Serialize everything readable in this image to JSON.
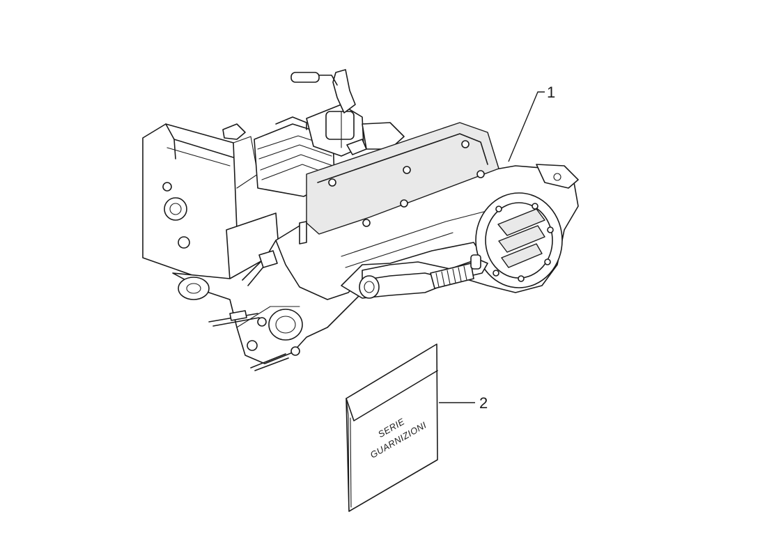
{
  "callouts": [
    {
      "number": "1",
      "part": "engine-assembly"
    },
    {
      "number": "2",
      "part": "gasket-kit-envelope"
    }
  ],
  "envelope": {
    "line1": "SERIE",
    "line2": "GUARNIZIONI"
  },
  "colors": {
    "ink": "#1a1a1a",
    "background": "#ffffff",
    "shade": "#e9e9e9"
  }
}
